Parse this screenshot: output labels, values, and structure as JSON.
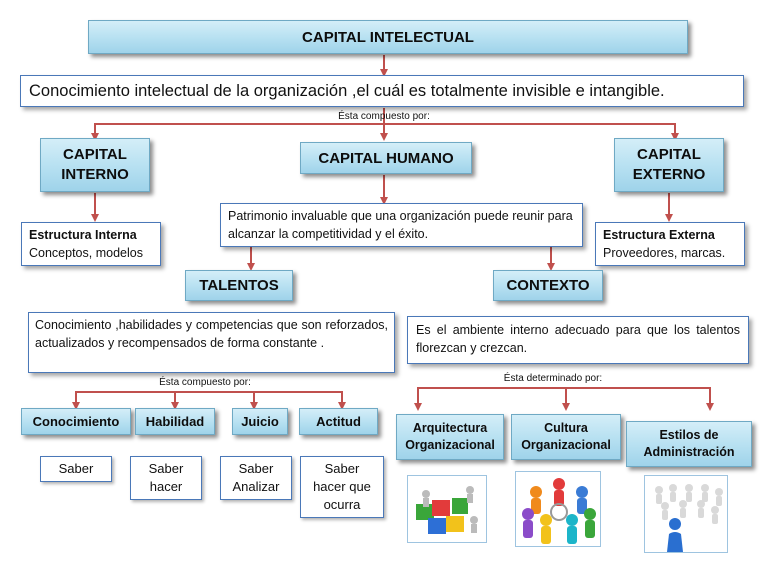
{
  "title": "CAPITAL INTELECTUAL",
  "definition": "Conocimiento intelectual de la organización ,el cuál es totalmente invisible e intangible.",
  "connector_top": "Ésta compuesto por:",
  "capital_interno": {
    "title": "CAPITAL INTERNO",
    "detail_bold": "Estructura Interna",
    "detail": "Conceptos, modelos"
  },
  "capital_humano": {
    "title": "CAPITAL HUMANO",
    "detail": "Patrimonio  invaluable que una organización puede reunir para alcanzar  la competitividad  y el éxito."
  },
  "capital_externo": {
    "title": "CAPITAL EXTERNO",
    "detail_bold": "Estructura Externa",
    "detail": "Proveedores, marcas."
  },
  "talentos": {
    "title": "TALENTOS",
    "detail": "Conocimiento ,habilidades  y competencias  que son reforzados, actualizados y recompensados de forma constante .",
    "connector": "Ésta compuesto por:",
    "items": [
      {
        "label": "Conocimiento",
        "sub": "Saber"
      },
      {
        "label": "Habilidad",
        "sub": "Saber hacer"
      },
      {
        "label": "Juicio",
        "sub": "Saber Analizar"
      },
      {
        "label": "Actitud",
        "sub": "Saber hacer que ocurra"
      }
    ]
  },
  "contexto": {
    "title": "CONTEXTO",
    "detail": "Es el ambiente interno adecuado para que los talentos florezcan  y crezcan.",
    "connector": "Ésta determinado por:",
    "items": [
      {
        "label": "Arquitectura Organizacional",
        "icon": "puzzle-people-icon"
      },
      {
        "label": "Cultura Organizacional",
        "icon": "team-circle-icon"
      },
      {
        "label": "Estilos de Administración",
        "icon": "leader-crowd-icon"
      }
    ]
  },
  "colors": {
    "arrow": "#c0504d",
    "box_border": "#4a78b8",
    "header_fill": "#b6e0f1"
  }
}
